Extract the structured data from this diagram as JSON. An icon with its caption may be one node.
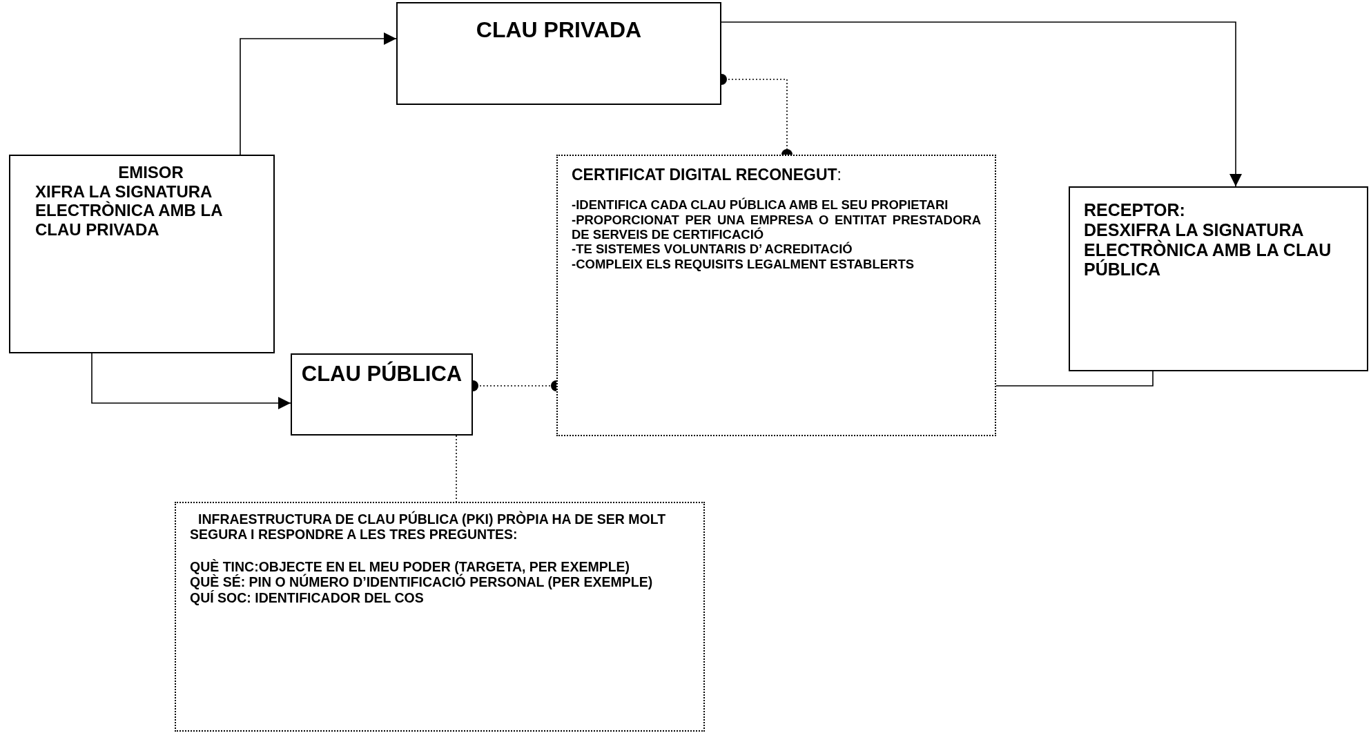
{
  "diagram": {
    "nodes": [
      {
        "text": [
          "CLAU PRIVADA"
        ]
      },
      {
        "text": [
          "EMISOR",
          "XIFRA LA SIGNATURA ELECTRÒNICA AMB LA CLAU PRIVADA"
        ]
      },
      {
        "text": [
          "CLAU PÚBLICA"
        ]
      },
      {
        "text": [
          "**CERTIFICAT DIGITAL RECONEGUT**:",
          "-IDENTIFICA CADA CLAU PÚBLICA AMB EL SEU PROPIETARI",
          "-PROPORCIONAT PER UNA EMPRESA O ENTITAT PRESTADORA DE SERVEIS DE CERTIFICACIÓ",
          "-TE SISTEMES VOLUNTARIS D’ ACREDITACIÓ",
          "-COMPLEIX ELS REQUISITS LEGALMENT ESTABLERTS"
        ]
      },
      {
        "text": [
          "RECEPTOR:",
          "DESXIFRA LA SIGNATURA ELECTRÒNICA AMB LA CLAU PÚBLICA"
        ]
      },
      {
        "text": [
          "INFRAESTRUCTURA DE CLAU PÚBLICA (PKI) PRÒPIA HA DE SER MOLT SEGURA I RESPONDRE A LES TRES PREGUNTES:",
          "QUÈ TINC:OBJECTE EN EL MEU PODER (TARGETA, PER EXEMPLE)",
          "QUÈ SÉ: PIN O NÚMERO D’IDENTIFICACIÓ PERSONAL (PER EXEMPLE)",
          "QUÍ SOC: IDENTIFICADOR DEL COS"
        ]
      }
    ],
    "edges": [
      {
        "from": 1,
        "to": 0,
        "arrow": "to"
      },
      {
        "from": 1,
        "to": 2,
        "arrow": "to"
      },
      {
        "from": 0,
        "to": 4,
        "arrow": "to"
      },
      {
        "from": 0,
        "to": 3,
        "arrow": "other",
        "style": "dashed"
      },
      {
        "from": 2,
        "to": 3,
        "arrow": "other",
        "style": "dashed"
      },
      {
        "from": 2,
        "to": 5,
        "arrow": "none",
        "style": "dashed"
      },
      {
        "from": 3,
        "to": 4,
        "arrow": "none"
      }
    ]
  }
}
